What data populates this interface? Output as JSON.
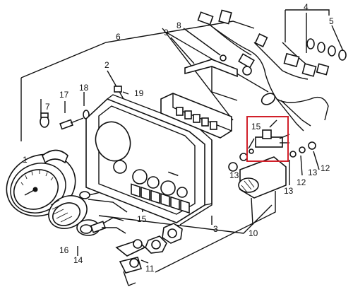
{
  "diagram": {
    "callouts": {
      "c1": "1",
      "c2": "2",
      "c3": "3",
      "c4": "4",
      "c5": "5",
      "c6": "6",
      "c7": "7",
      "c8": "8",
      "c9": "9",
      "c10": "10",
      "c11": "11",
      "c12a": "12",
      "c12b": "12",
      "c13a": "13",
      "c13b": "13",
      "c13c": "13",
      "c14": "14",
      "c15a": "15",
      "c15b": "15",
      "c16": "16",
      "c17": "17",
      "c18": "18",
      "c19": "19"
    },
    "highlight_color": "#d1202a"
  }
}
